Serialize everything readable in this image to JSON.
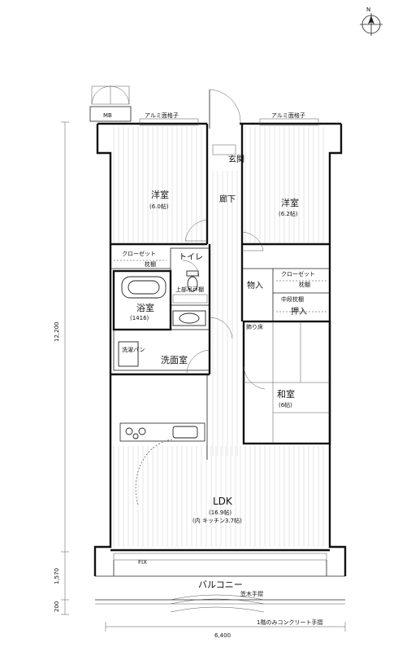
{
  "north_mark": "N",
  "labels": {
    "mb": "MB",
    "aluminum_rail_left": "アルミ面格子",
    "aluminum_rail_right": "アルミ面格子",
    "entrance": "玄関",
    "hallway": "廊下",
    "western_room_1_name": "洋室",
    "western_room_1_size": "(6.0帖)",
    "western_room_2_name": "洋室",
    "western_room_2_size": "(6.2帖)",
    "closet_1": "クローゼット",
    "closet_1_sub": "枕棚",
    "toilet": "トイレ",
    "upper_cabinet": "上部吊戸棚",
    "bathroom_name": "浴室",
    "bathroom_size": "(1416)",
    "storage": "物入",
    "closet_2": "クローゼット",
    "closet_2_sub": "枕棚",
    "middle_shelf": "中段枕棚",
    "oshiire": "押入",
    "decorative_floor": "飾り床",
    "washer_pan": "洗濯パン",
    "washroom": "洗面室",
    "japanese_room_name": "和室",
    "japanese_room_size": "(6帖)",
    "ldk_name": "LDK",
    "ldk_size": "(16.9帖)",
    "ldk_note": "(内 キッチン3.7帖)",
    "fix": "FIX",
    "balcony": "バルコニー",
    "rail_note": "笠木手摺",
    "concrete_note": "1階のみコンクリート手摺"
  },
  "dimensions": {
    "total_depth": "12,200",
    "balcony_depth": "1,570",
    "bottom_small": "200",
    "total_width": "6,400"
  }
}
